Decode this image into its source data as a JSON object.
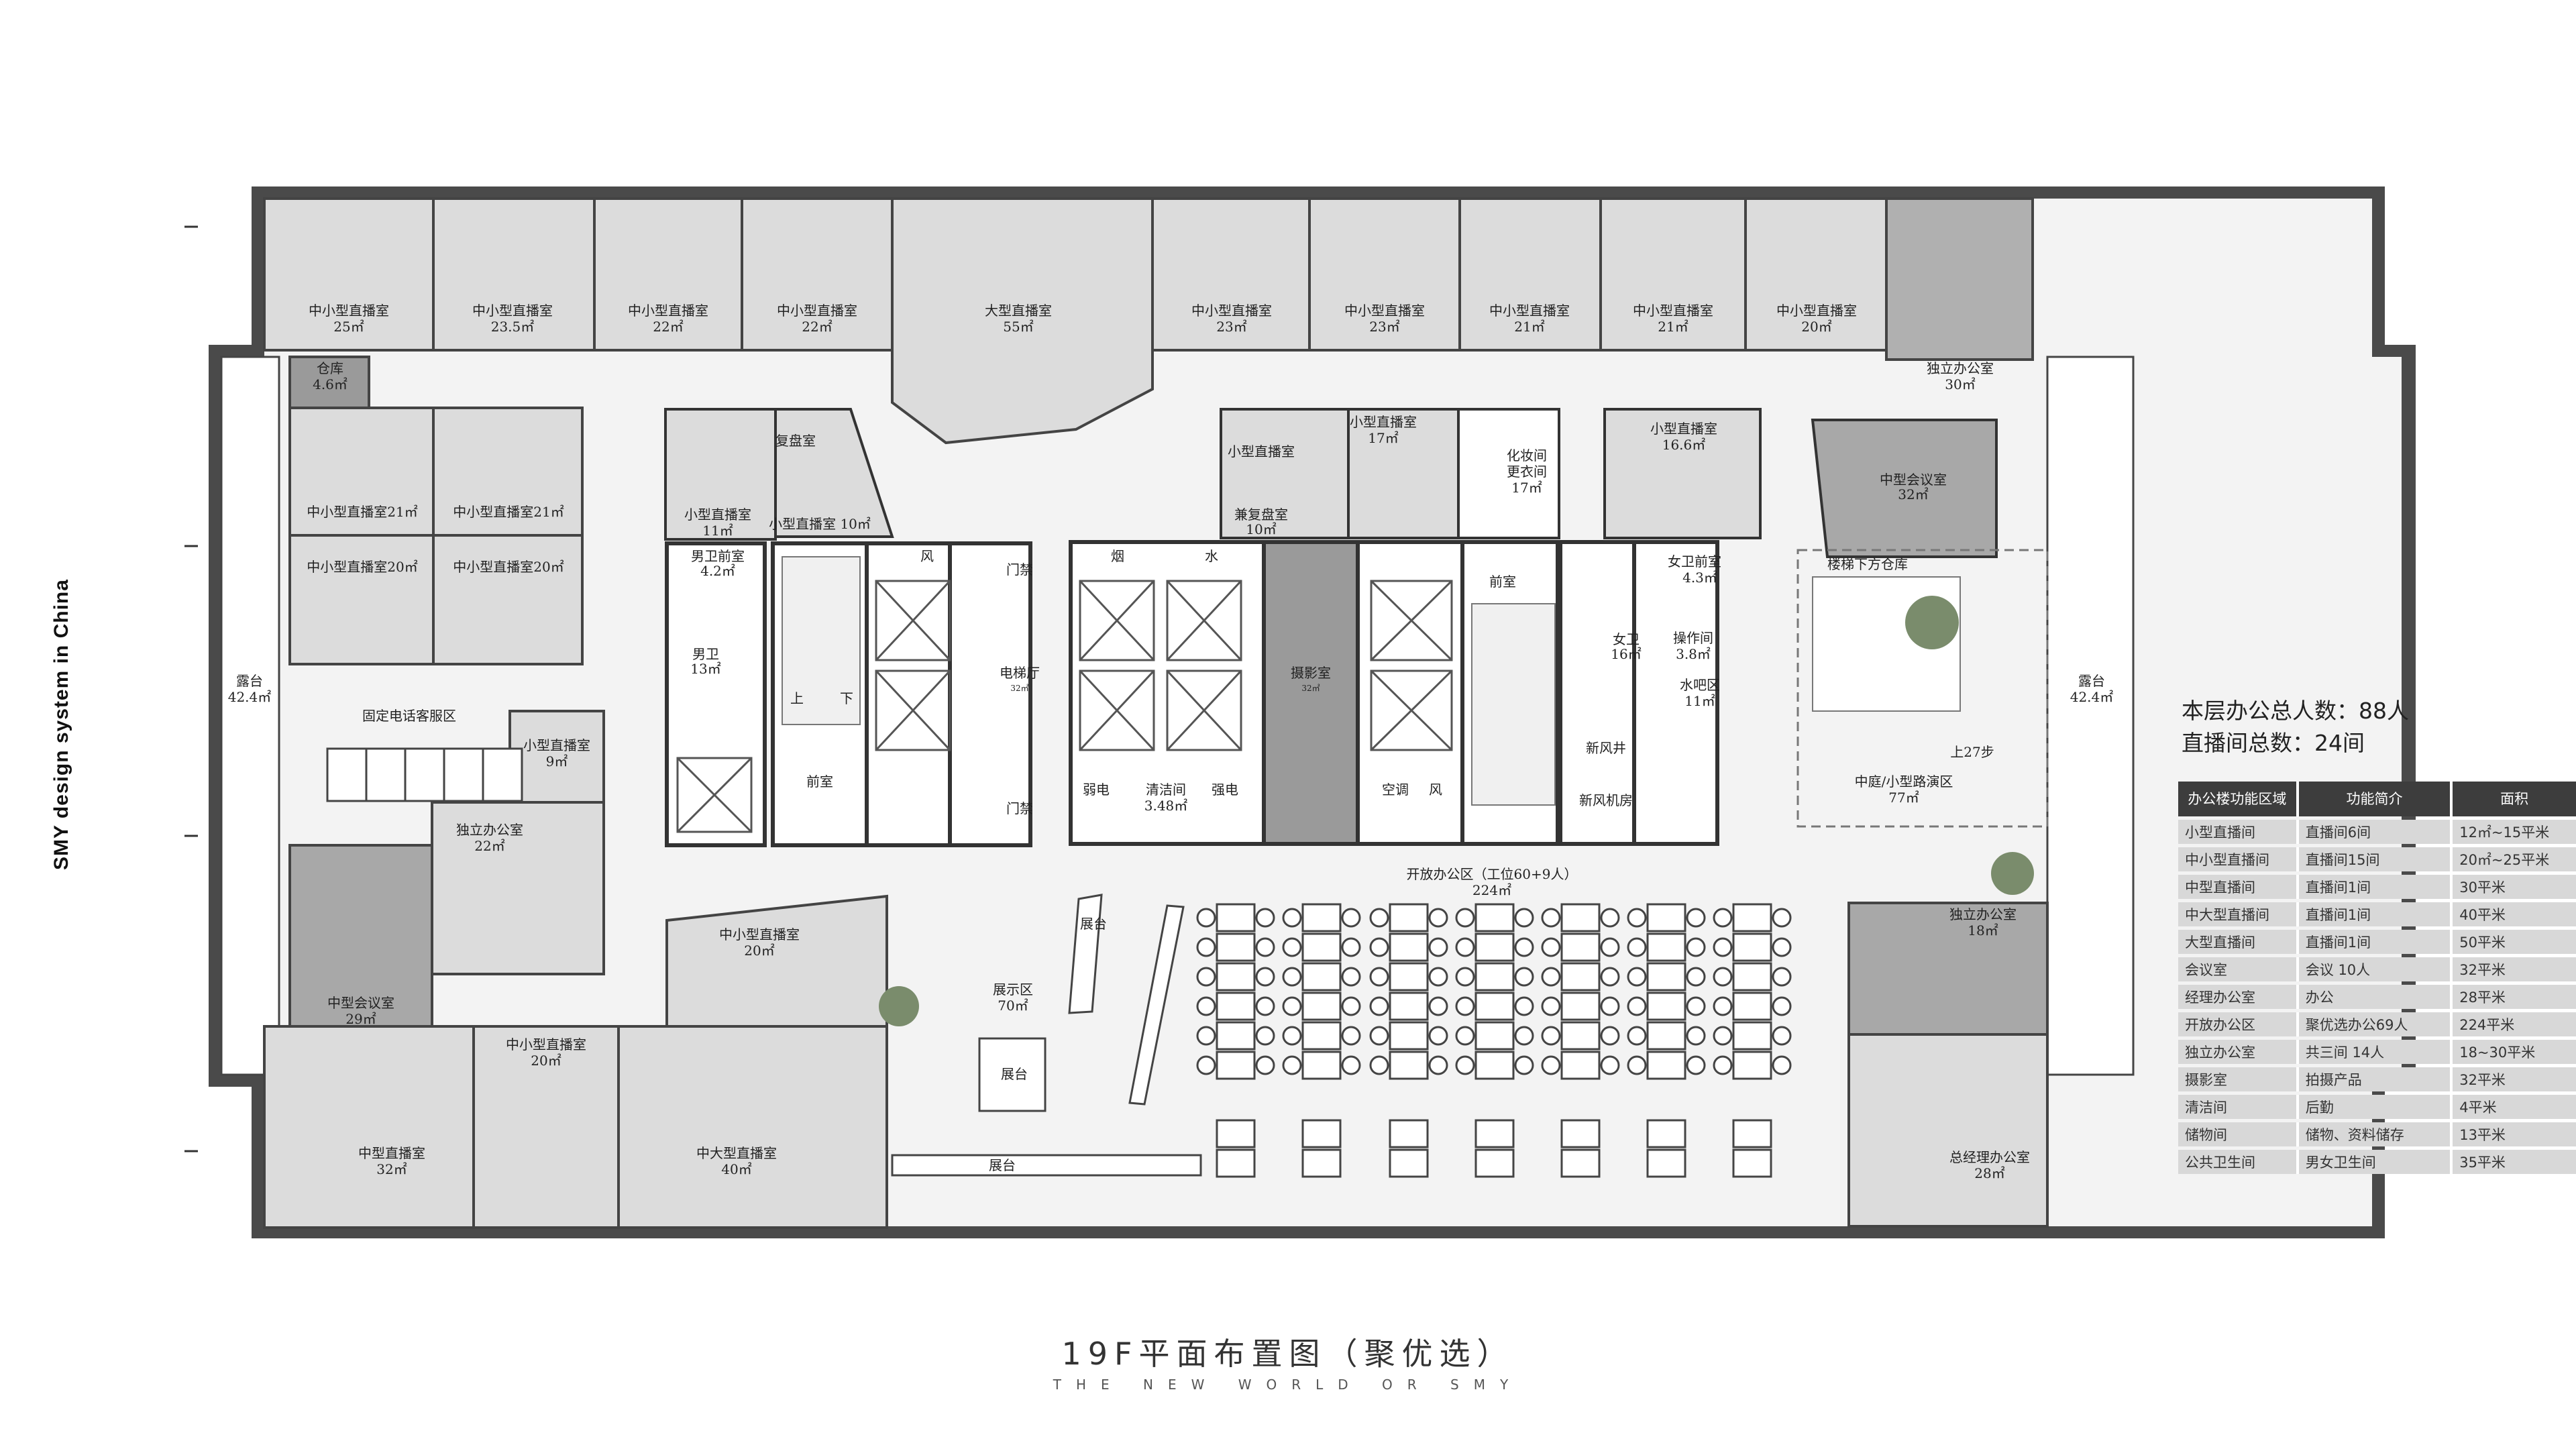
{
  "side_label": "SMY design system in China",
  "summary": {
    "total_staff": "本层办公总人数：88人",
    "total_studios": "直播间总数：24间"
  },
  "legend": {
    "headers": [
      "办公楼功能区域",
      "功能简介",
      "面积"
    ],
    "rows": [
      [
        "小型直播间",
        "直播间6间",
        "12㎡~15平米"
      ],
      [
        "中小型直播间",
        "直播间15间",
        "20㎡~25平米"
      ],
      [
        "中型直播间",
        "直播间1间",
        "30平米"
      ],
      [
        "中大型直播间",
        "直播间1间",
        "40平米"
      ],
      [
        "大型直播间",
        "直播间1间",
        "50平米"
      ],
      [
        "会议室",
        "会议 10人",
        "32平米"
      ],
      [
        "经理办公室",
        "办公",
        "28平米"
      ],
      [
        "开放办公区",
        "聚优选办公69人",
        "224平米"
      ],
      [
        "独立办公室",
        "共三间 14人",
        "18~30平米"
      ],
      [
        "摄影室",
        "拍摄产品",
        "32平米"
      ],
      [
        "清洁间",
        "后勤",
        "4平米"
      ],
      [
        "储物间",
        "储物、资料储存",
        "13平米"
      ],
      [
        "公共卫生间",
        "男女卫生间",
        "35平米"
      ]
    ]
  },
  "title": "19F平面布置图（聚优选）",
  "subtitle": "THE NEW WORLD OR SMY",
  "rooms": {
    "r1": "中小型直播室",
    "r1a": "25㎡",
    "r2": "中小型直播室",
    "r2a": "23.5㎡",
    "r3": "中小型直播室",
    "r3a": "22㎡",
    "r4": "中小型直播室",
    "r4a": "22㎡",
    "r5": "大型直播室",
    "r5a": "55㎡",
    "r6": "中小型直播室",
    "r6a": "23㎡",
    "r7": "中小型直播室",
    "r7a": "23㎡",
    "r8": "中小型直播室",
    "r8a": "21㎡",
    "r9": "中小型直播室",
    "r9a": "21㎡",
    "r10": "中小型直播室",
    "r10a": "20㎡",
    "r11": "独立办公室",
    "r11a": "30㎡",
    "store": "仓库",
    "storea": "4.6㎡",
    "l1": "中小型直播室21㎡",
    "l2": "中小型直播室21㎡",
    "l3": "中小型直播室20㎡",
    "l4": "中小型直播室20㎡",
    "balcony_l": "露台",
    "balcony_la": "42.4㎡",
    "phone": "固定电话客服区",
    "small9": "小型直播室",
    "small9a": "9㎡",
    "office22": "独立办公室",
    "office22a": "22㎡",
    "meet29": "中型会议室",
    "meet29a": "29㎡",
    "s11": "小型直播室",
    "s11a": "11㎡",
    "review": "复盘室",
    "s10": "小型直播室 10㎡",
    "mwc_front": "男卫前室",
    "mwc_fronta": "4.2㎡",
    "mwc": "男卫",
    "mwca": "13㎡",
    "up": "上",
    "down": "下",
    "front1": "前室",
    "wind": "风",
    "gate1": "门禁",
    "gate2": "门禁",
    "elevator_hall": "电梯厅",
    "elevator_halla": "32㎡",
    "smoke": "烟",
    "water": "水",
    "weak": "弱电",
    "clean": "清洁间",
    "cleana": "3.48㎡",
    "strong": "强电",
    "photo": "摄影室",
    "photoa": "32㎡",
    "air": "空调",
    "front2": "前室",
    "s_m1": "小型直播室",
    "s_m1b": "兼复盘室",
    "s_m1a": "10㎡",
    "s17": "小型直播室",
    "s17a": "17㎡",
    "makeup": "化妆间",
    "makeup2": "更衣间",
    "makeupa": "17㎡",
    "s166": "小型直播室",
    "s166a": "16.6㎡",
    "meet32": "中型会议室",
    "meet32a": "32㎡",
    "fwc_front": "女卫前室",
    "fwc_fronta": "4.3㎡",
    "fwc": "女卫",
    "fwca": "16㎡",
    "ops": "操作间",
    "opsa": "3.8㎡",
    "bar": "水吧区",
    "bara": "11㎡",
    "fresh_shaft": "新风井",
    "fresh_room": "新风机房",
    "stair_under": "楼梯下方仓库",
    "courtyard": "中庭/小型路演区",
    "courtyarda": "77㎡",
    "up27": "上27步",
    "balcony_r": "露台",
    "balcony_ra": "42.4㎡",
    "open_office": "开放办公区（工位60+9人）",
    "open_officea": "224㎡",
    "office18": "独立办公室",
    "office18a": "18㎡",
    "gm": "总经理办公室",
    "gma": "28㎡",
    "m20": "中小型直播室",
    "m20a": "20㎡",
    "m20b": "中小型直播室",
    "m20ba": "20㎡",
    "display": "展示区",
    "displaya": "70㎡",
    "stage1": "展台",
    "stage2": "展台",
    "stage3": "展台",
    "m32": "中型直播室",
    "m32a": "32㎡",
    "ml40": "中大型直播室",
    "ml40a": "40㎡"
  }
}
